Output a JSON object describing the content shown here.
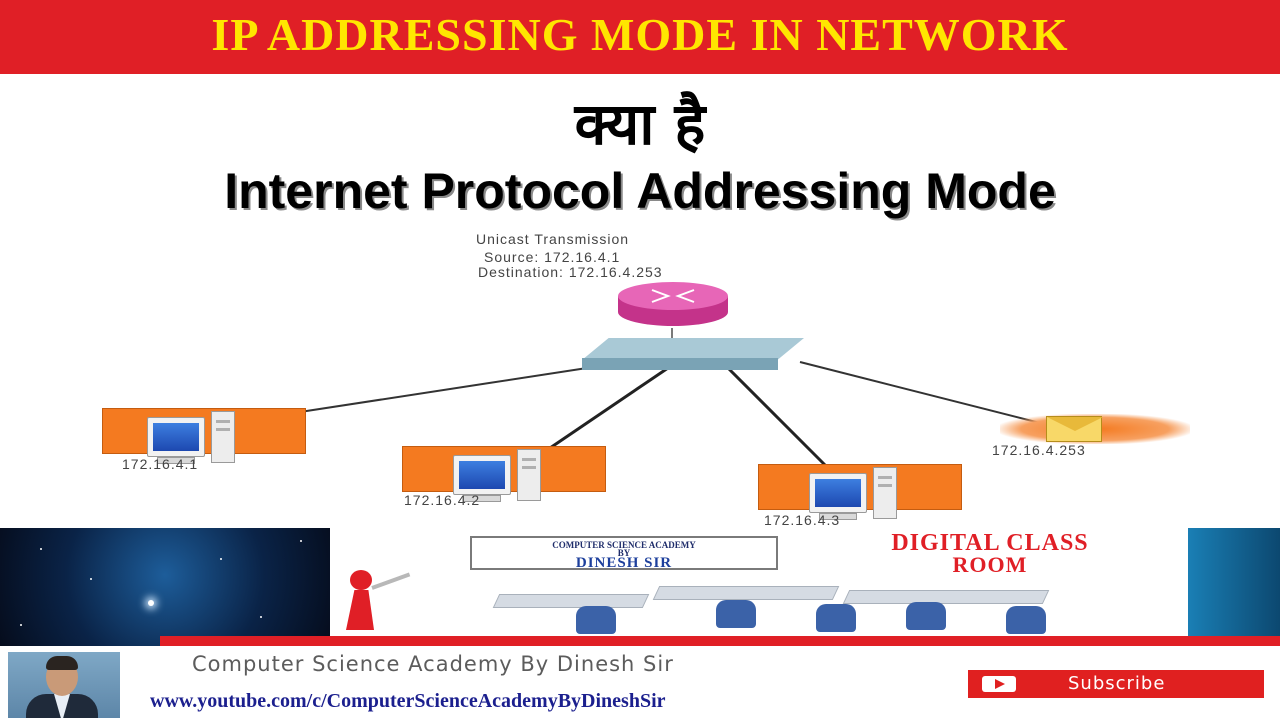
{
  "banner": {
    "title": "IP ADDRESSING  MODE IN NETWORK",
    "subtitle_hindi": "क्या  है",
    "heading": "Internet Protocol Addressing Mode"
  },
  "diagram": {
    "transmission_title": "Unicast Transmission",
    "source": "Source: 172.16.4.1",
    "destination": "Destination: 172.16.4.253",
    "hosts": [
      {
        "ip": "172.16.4.1"
      },
      {
        "ip": "172.16.4.2"
      },
      {
        "ip": "172.16.4.3"
      },
      {
        "ip": "172.16.4.253"
      }
    ]
  },
  "promo": {
    "academy_line1": "COMPUTER SCIENCE ACADEMY",
    "academy_line2": "BY",
    "academy_line3": "DINESH SIR",
    "digital_line1": "DIGITAL CLASS",
    "digital_line2": "ROOM"
  },
  "footer": {
    "channel_name": "Computer Science Academy By Dinesh Sir",
    "url": "www.youtube.com/c/ComputerScienceAcademyByDineshSir",
    "subscribe_label": "Subscribe"
  },
  "colors": {
    "banner_red": "#e01f26",
    "banner_text": "#ffe600",
    "host_orange": "#f47a20",
    "router_pink": "#e766b7",
    "url_blue": "#1b1f8e"
  }
}
